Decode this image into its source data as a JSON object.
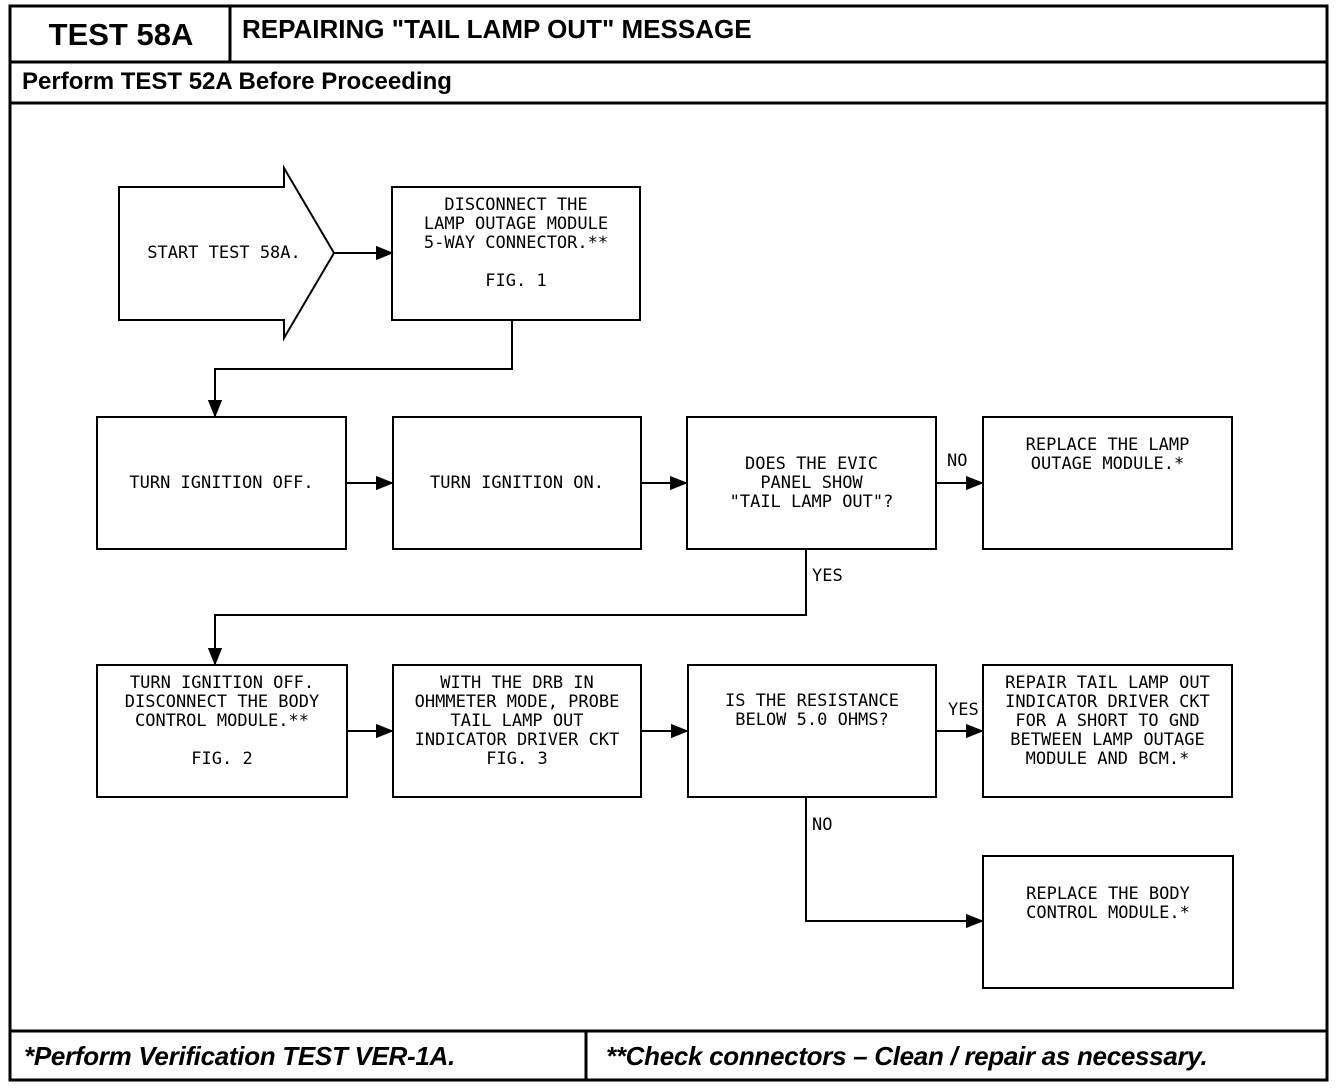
{
  "header": {
    "test_id": "TEST 58A",
    "title": "REPAIRING \"TAIL LAMP OUT\" MESSAGE",
    "prerequisite": "Perform TEST 52A Before Proceeding"
  },
  "flowchart": {
    "start": "START TEST 58A.",
    "step_disconnect_lom": [
      "DISCONNECT THE",
      "LAMP OUTAGE MODULE",
      "5-WAY CONNECTOR.**",
      "",
      "FIG. 1"
    ],
    "step_ignition_off": "TURN IGNITION OFF.",
    "step_ignition_on": "TURN IGNITION ON.",
    "decision_evic": [
      "DOES THE EVIC",
      "PANEL SHOW",
      "\"TAIL LAMP OUT\"?"
    ],
    "action_replace_lom": [
      "REPLACE THE LAMP",
      "OUTAGE MODULE.*"
    ],
    "step_disconnect_bcm": [
      "TURN IGNITION OFF.",
      "DISCONNECT THE BODY",
      "CONTROL MODULE.**",
      "",
      "FIG. 2"
    ],
    "step_probe": [
      "WITH THE DRB IN",
      "OHMMETER MODE, PROBE",
      "TAIL LAMP OUT",
      "INDICATOR DRIVER CKT",
      "FIG. 3"
    ],
    "decision_resistance": [
      "IS THE RESISTANCE",
      "BELOW 5.0 OHMS?"
    ],
    "action_repair_short": [
      "REPAIR TAIL LAMP OUT",
      "INDICATOR DRIVER CKT",
      "FOR A SHORT TO GND",
      "BETWEEN LAMP OUTAGE",
      "MODULE AND BCM.*"
    ],
    "action_replace_bcm": [
      "REPLACE THE BODY",
      "CONTROL MODULE.*"
    ],
    "labels": {
      "evic_no": "NO",
      "evic_yes": "YES",
      "resistance_yes": "YES",
      "resistance_no": "NO"
    }
  },
  "footer": {
    "left_note": "*Perform Verification TEST VER-1A.",
    "right_note": "**Check connectors – Clean / repair as necessary."
  },
  "colors": {
    "ink": "#000000",
    "paper": "#ffffff"
  }
}
